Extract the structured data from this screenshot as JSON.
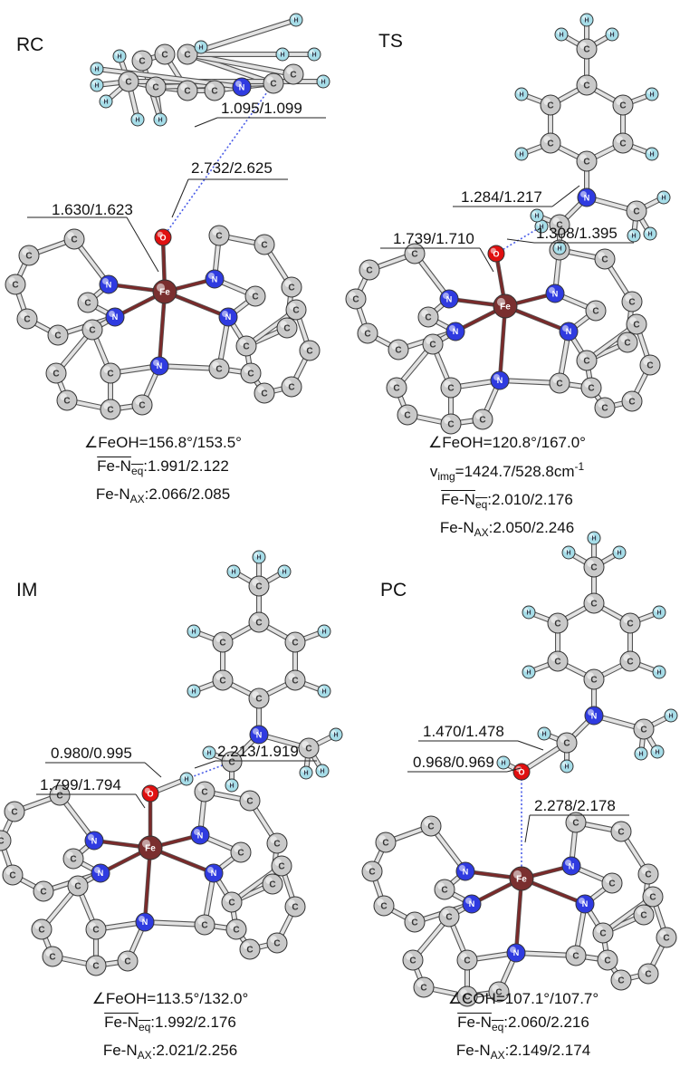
{
  "panels": {
    "rc": {
      "label": "RC",
      "distances": [
        "1.095/1.099",
        "2.732/2.625",
        "1.630/1.623"
      ],
      "angle": "156.8°/153.5°",
      "fe_neq": ":1.991/2.122",
      "fe_nax": ":2.066/2.085"
    },
    "ts": {
      "label": "TS",
      "distances": [
        "1.284/1.217",
        "1.308/1.395",
        "1.739/1.710"
      ],
      "angle": "120.8°/167.0°",
      "v_img": "=1424.7/528.8cm",
      "fe_neq": ":2.010/2.176",
      "fe_nax": ":2.050/2.246"
    },
    "im": {
      "label": "IM",
      "distances": [
        "0.980/0.995",
        "2.213/1.919",
        "1.799/1.794"
      ],
      "angle": "113.5°/132.0°",
      "fe_neq": ":1.992/2.176",
      "fe_nax": ":2.021/2.256"
    },
    "pc": {
      "label": "PC",
      "distances": [
        "1.470/1.478",
        "0.968/0.969",
        "2.278/2.178"
      ],
      "angle": "107.1°/107.7°",
      "fe_neq": ":2.060/2.216",
      "fe_nax": ":2.149/2.174"
    }
  },
  "metric_labels": {
    "feoh": "∠FeOH=",
    "coh": "∠COH=",
    "v": "v",
    "v_sub": "img",
    "v_sup": "-1",
    "fe_n": "Fe-N",
    "eq": "eq",
    "ax": "AX"
  },
  "atom_letters": {
    "carbon": "C",
    "hydrogen": "H",
    "nitrogen": "N",
    "oxygen": "O",
    "iron": "Fe"
  },
  "colors": {
    "carbon": "#c9c9c9",
    "hydrogen": "#a6dde8",
    "nitrogen": "#2f3be0",
    "oxygen": "#e01010",
    "iron": "#7a2f2f",
    "fe_bond": "#7a2a2a",
    "hbond_dots": "#4a5de8"
  }
}
